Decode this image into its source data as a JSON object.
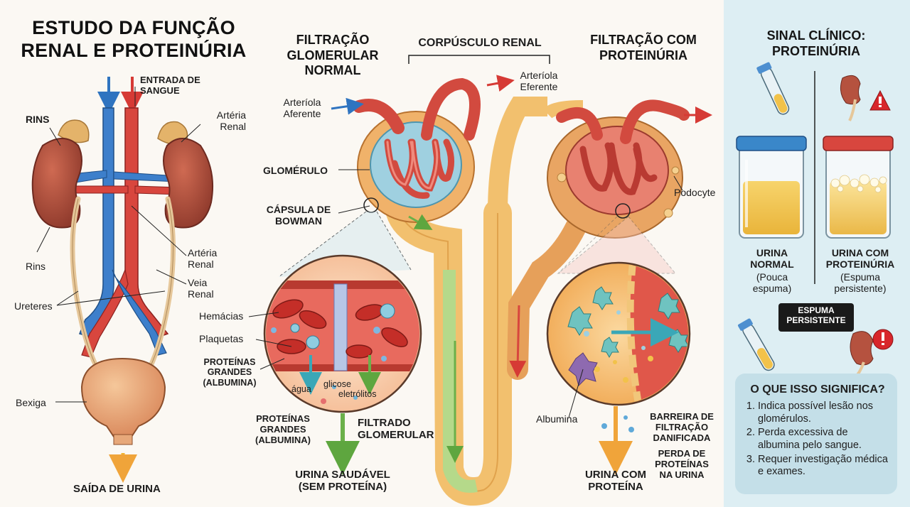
{
  "title": "ESTUDO DA FUNÇÃO RENAL E PROTEINÚRIA",
  "anatomy": {
    "entrada_sangue": "ENTRADA DE SANGUE",
    "rins_top": "RINS",
    "arteria_renal_top": "Artéria Renal",
    "rins_bottom": "Rins",
    "arteria_renal_mid": "Artéria Renal",
    "veia_renal": "Veia Renal",
    "ureteres": "Ureteres",
    "bexiga": "Bexiga",
    "saida_urina": "SAÍDA DE URINA"
  },
  "normal": {
    "title": "FILTRAÇÃO GLOMERULAR NORMAL",
    "corpusculo": "CORPÚSCULO RENAL",
    "arteriola_aferente": "Arteríola Aferente",
    "arteriola_eferente": "Arteríola Eferente",
    "glomerulo": "GLOMÉRULO",
    "capsula": "CÁPSULA DE BOWMAN",
    "hemacias": "Hemácias",
    "plaquetas": "Plaquetas",
    "proteinas_grandes_1": "PROTEÍNAS GRANDES (ALBUMINA)",
    "agua": "água",
    "glicose": "glicose",
    "eletrolitos": "eletrólitos",
    "proteinas_grandes_2": "PROTEÍNAS GRANDES (ALBUMINA)",
    "filtrado": "FILTRADO GLOMERULAR",
    "urina_saudavel": "URINA SAUDÁVEL (SEM PROTEÍNA)"
  },
  "proteinuria": {
    "title": "FILTRAÇÃO COM PROTEINÚRIA",
    "podocyte": "Podocyte",
    "albumina": "Albumina",
    "barreira": "BARREIRA DE FILTRAÇÃO DANIFICADA",
    "perda": "PERDA DE PROTEÍNAS NA URINA",
    "urina_com_proteina": "URINA COM PROTEÍNA"
  },
  "clinical": {
    "title": "SINAL CLÍNICO: PROTEINÚRIA",
    "urina_normal_title": "URINA NORMAL",
    "urina_normal_sub": "(Pouca espuma)",
    "urina_prot_title": "URINA COM PROTEINÚRIA",
    "urina_prot_sub": "(Espuma persistente)",
    "badge": "ESPUMA PERSISTENTE",
    "info_title": "O QUE ISSO SIGNIFICA?",
    "items": [
      "Indica possível lesão nos glomérulos.",
      "Perda excessiva de albumina pelo sangue.",
      "Requer investigação médica e exames."
    ]
  },
  "colors": {
    "artery": "#d63a35",
    "vein": "#2f74c0",
    "kidney": "#b5523f",
    "adrenal": "#e0ae62",
    "panel": "#ddeef3",
    "urine": "#f2c242",
    "filtrate_arrow": "#6bb04a",
    "protein_arrow": "#f0a43a",
    "alert": "#d8262b"
  }
}
